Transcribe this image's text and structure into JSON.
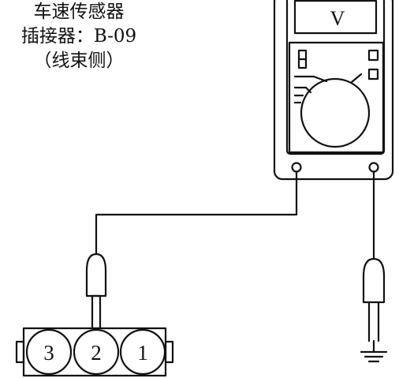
{
  "caption": {
    "title": "车速传感器",
    "connector": "插接器：B-09",
    "side": "（线束侧）"
  },
  "meter": {
    "display": "V"
  },
  "connector_pins": [
    "3",
    "2",
    "1"
  ],
  "colors": {
    "line": "#111111",
    "background": "#ffffff"
  }
}
